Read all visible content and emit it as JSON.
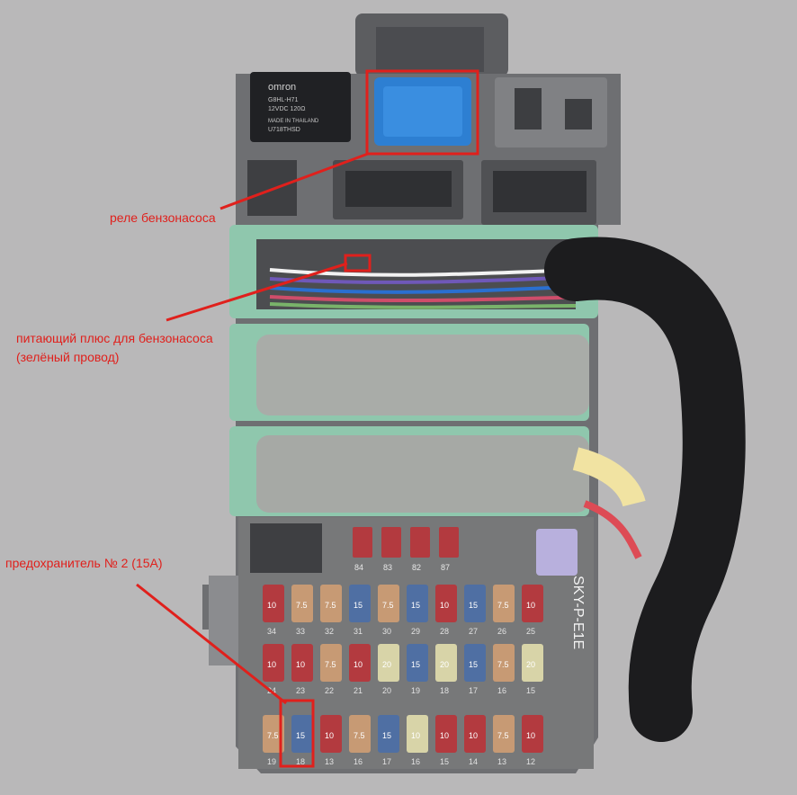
{
  "photo": {
    "subject": "automotive-fuse-relay-box",
    "background_color": "#b9b8b9",
    "housing_color": "#6f7072",
    "connector_color": "#8fc7ad",
    "highlight_color": "#e0201c"
  },
  "relay": {
    "brand": "omron",
    "model": "G8HL-H71",
    "rating": "12VDC 120Ω",
    "origin": "MADE IN THAILAND",
    "code": "U718THSD"
  },
  "annotations": {
    "fuel_pump_relay": "реле бензонасоса",
    "power_plus_line1": "питающий плюс для бензонасоса",
    "power_plus_line2": "(зелёный провод)",
    "fuse_2": "предохранитель № 2 (15А)"
  },
  "fuse_box": {
    "top_row_labels": [
      "84",
      "83",
      "82",
      "87"
    ],
    "row_labels": {
      "r1": [
        "34",
        "33",
        "32",
        "31",
        "30",
        "29",
        "28",
        "27",
        "26",
        "25"
      ],
      "r2": [
        "24",
        "23",
        "22",
        "21",
        "20",
        "19",
        "18",
        "17",
        "16",
        "15"
      ],
      "r3": [
        "19",
        "18",
        "13",
        "16",
        "17",
        "16",
        "15",
        "14",
        "13",
        "12"
      ]
    },
    "fuse_values": {
      "r1": [
        "10",
        "7.5",
        "7.5",
        "15",
        "7.5",
        "15",
        "10",
        "15",
        "7.5",
        "10"
      ],
      "r2": [
        "10",
        "10",
        "7.5",
        "10",
        "20",
        "15",
        "20",
        "15",
        "7.5",
        "20"
      ],
      "r3": [
        "7.5",
        "15",
        "10",
        "7.5",
        "15",
        "10",
        "10",
        "10",
        "7.5",
        "10"
      ]
    },
    "fuse_colors": {
      "r1": [
        "#b33a3f",
        "#c79a74",
        "#c79a74",
        "#4f6fa3",
        "#c79a74",
        "#4f6fa3",
        "#b33a3f",
        "#4f6fa3",
        "#c79a74",
        "#b33a3f"
      ],
      "r2": [
        "#b33a3f",
        "#b33a3f",
        "#c79a74",
        "#b33a3f",
        "#d8d4a8",
        "#4f6fa3",
        "#d8d4a8",
        "#4f6fa3",
        "#c79a74",
        "#d8d4a8"
      ],
      "r3": [
        "#c79a74",
        "#4f6fa3",
        "#b33a3f",
        "#c79a74",
        "#4f6fa3",
        "#d8d4a8",
        "#b33a3f",
        "#b33a3f",
        "#c79a74",
        "#b33a3f"
      ]
    },
    "side_text": "SKY-P-E1E"
  }
}
